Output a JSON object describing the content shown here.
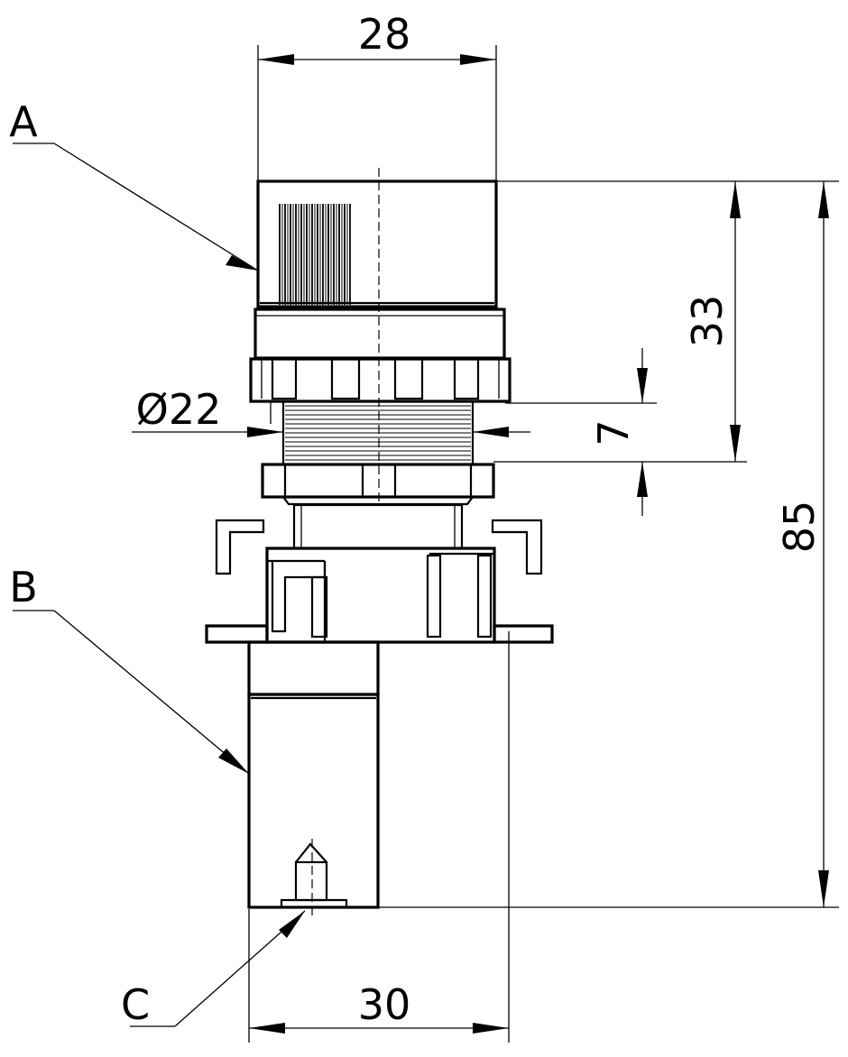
{
  "labels": {
    "a": "A",
    "b": "B",
    "c": "C"
  },
  "dimensions": {
    "width_top": "28",
    "height_knob": "33",
    "thread_diameter": "Ø22",
    "panel_thickness": "7",
    "total_height": "85",
    "width_bottom": "30"
  }
}
